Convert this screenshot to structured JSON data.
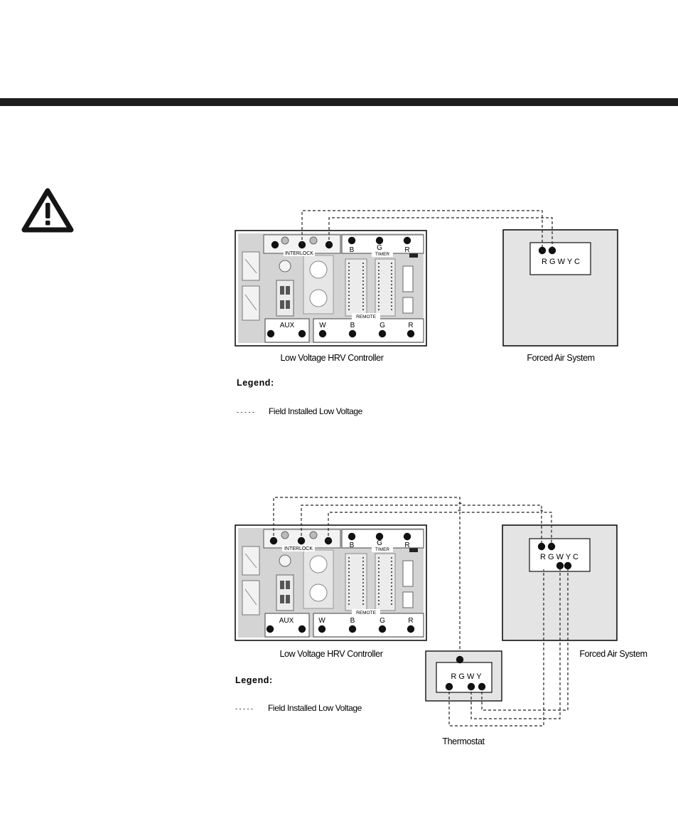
{
  "colors": {
    "header_bar": "#1c1c1c",
    "panel_fill": "#e4e4e4",
    "board_fill": "#d3d3d3",
    "wire": "#222222"
  },
  "icons": {
    "warning": "warning-triangle-icon"
  },
  "diagrams": [
    {
      "controller": {
        "interlock_label": "INTERLOCK",
        "timer_label": "TIMER",
        "remote_label": "REMOTE",
        "aux_label": "AUX",
        "timer_terminals": [
          "B",
          "G",
          "R"
        ],
        "remote_terminals": [
          "W",
          "B",
          "G",
          "R"
        ],
        "caption": "Low Voltage HRV Controller"
      },
      "forced_air": {
        "terminals_text": "R G W Y C",
        "caption": "Forced Air System"
      },
      "legend": {
        "title": "Legend:",
        "line_style": "- - - - -",
        "entry": "Field Installed Low Voltage"
      }
    },
    {
      "controller": {
        "interlock_label": "INTERLOCK",
        "timer_label": "TIMER",
        "remote_label": "REMOTE",
        "aux_label": "AUX",
        "timer_terminals": [
          "B",
          "G",
          "R"
        ],
        "remote_terminals": [
          "W",
          "B",
          "G",
          "R"
        ],
        "caption": "Low Voltage HRV Controller"
      },
      "forced_air": {
        "terminals_text": "R G W Y C",
        "caption": "Forced Air System"
      },
      "thermostat": {
        "terminals_text": "R G W Y",
        "caption": "Thermostat"
      },
      "legend": {
        "title": "Legend:",
        "line_style": "- - - - -",
        "entry": "Field Installed Low Voltage"
      }
    }
  ]
}
